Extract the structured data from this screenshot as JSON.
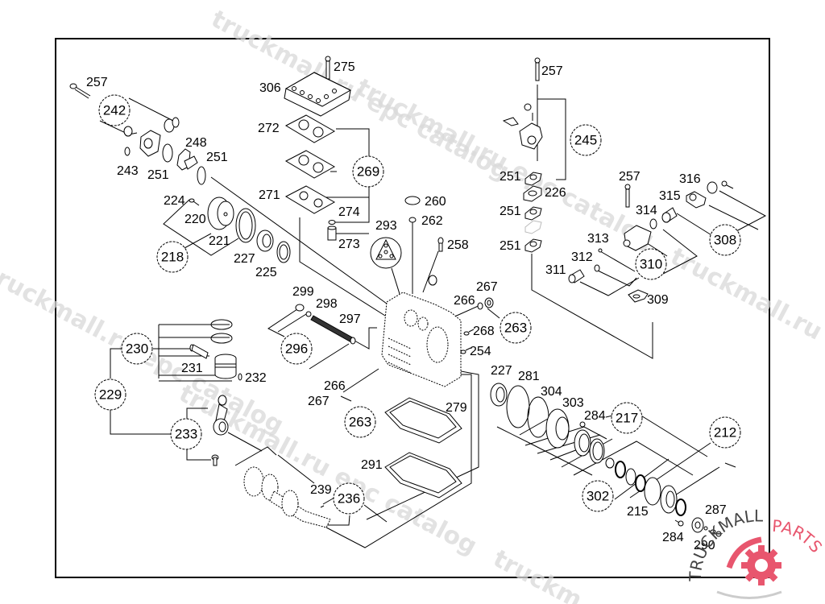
{
  "diagram": {
    "title": "Compressor exploded parts diagram",
    "watermarks": [
      "truckmall.ru epc catalog",
      "truckmall.ru epc catalog",
      "truckmall.ru epc catalog",
      "truckmall.ru epc catalog"
    ],
    "brand": {
      "left_text": "TRUCKMALL",
      "right_text": "PARTS",
      "accent_color": "#e8566e",
      "text_color": "#444444"
    },
    "part_labels": {
      "l257a": "257",
      "l306": "306",
      "l275": "275",
      "l272": "272",
      "l271": "271",
      "l274": "274",
      "l273": "273",
      "l243": "243",
      "l251a": "251",
      "l248": "248",
      "l251b": "251",
      "l224": "224",
      "l220": "220",
      "l221": "221",
      "l227a": "227",
      "l225": "225",
      "l260": "260",
      "l262": "262",
      "l293": "293",
      "l258": "258",
      "l257b": "257",
      "l251c": "251",
      "l226": "226",
      "l251d": "251",
      "l251e": "251",
      "l257c": "257",
      "l316": "316",
      "l315": "315",
      "l314": "314",
      "l313": "313",
      "l312": "312",
      "l311": "311",
      "l309": "309",
      "l299": "299",
      "l298": "298",
      "l297": "297",
      "l267a": "267",
      "l266a": "266",
      "l268": "268",
      "l254": "254",
      "l231": "231",
      "l232": "232",
      "l266b": "266",
      "l267b": "267",
      "l279": "279",
      "l291": "291",
      "l239": "239",
      "l227b": "227",
      "l281": "281",
      "l304": "304",
      "l303": "303",
      "l284a": "284",
      "l215": "215",
      "l287": "287",
      "l284b": "284",
      "l290": "290"
    },
    "callouts": {
      "c242": "242",
      "c269": "269",
      "c218": "218",
      "c245": "245",
      "c308": "308",
      "c310": "310",
      "c263a": "263",
      "c296": "296",
      "c230": "230",
      "c229": "229",
      "c233": "233",
      "c263b": "263",
      "c236": "236",
      "c217": "217",
      "c212": "212",
      "c302": "302"
    }
  }
}
